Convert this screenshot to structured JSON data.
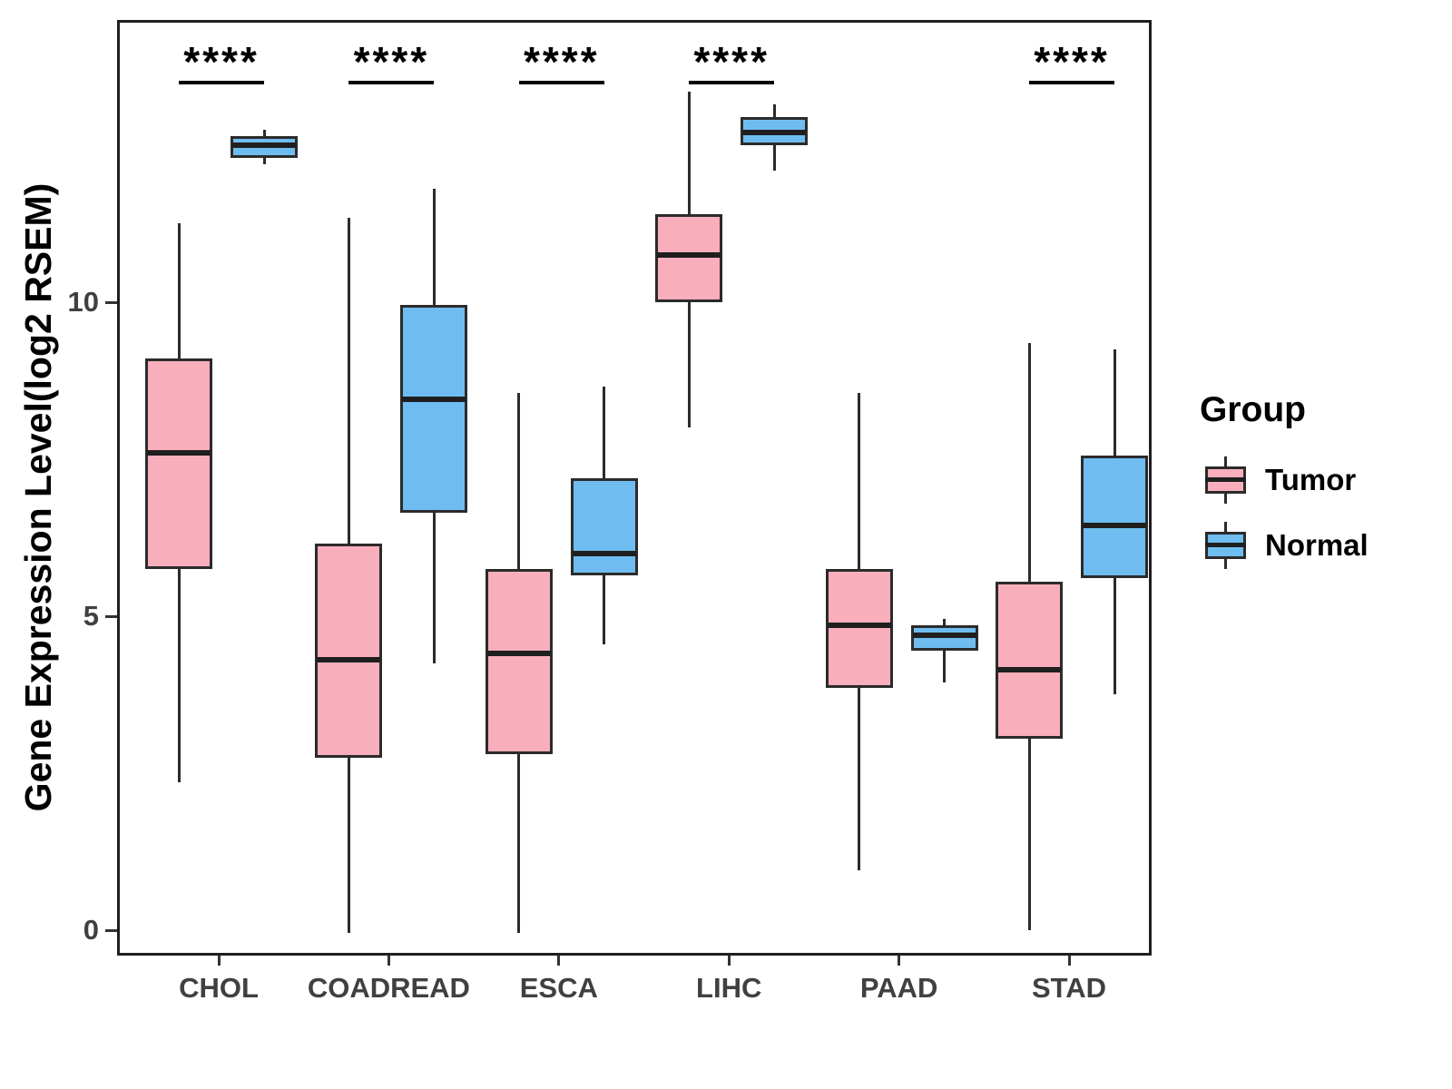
{
  "figure": {
    "y_axis_title": "Gene Expression Level(log2 RSEM)",
    "colors": {
      "tumor_fill": "#F9AEBC",
      "normal_fill": "#6FBDF0",
      "box_border": "#2B2B2B",
      "median_line": "#1F1F1F",
      "axis_text": "#404040"
    },
    "legend": {
      "title": "Group",
      "items": [
        {
          "label": "Tumor",
          "color": "#F9AEBC"
        },
        {
          "label": "Normal",
          "color": "#6FBDF0"
        }
      ]
    }
  },
  "chart_data": {
    "type": "boxplot",
    "title": "",
    "xlabel": "",
    "ylabel": "Gene Expression Level(log2 RSEM)",
    "categories": [
      "CHOL",
      "COADREAD",
      "ESCA",
      "LIHC",
      "PAAD",
      "STAD"
    ],
    "y_ticks": [
      0,
      5,
      10
    ],
    "ylim": [
      -0.4,
      14.5
    ],
    "grid": false,
    "legend_position": "right",
    "significance": {
      "label": "****",
      "groups": [
        "CHOL",
        "COADREAD",
        "ESCA",
        "LIHC",
        "STAD"
      ]
    },
    "series": [
      {
        "name": "Tumor",
        "fill": "#F9AEBC",
        "boxes": [
          {
            "category": "CHOL",
            "min": 2.4,
            "q1": 5.8,
            "median": 7.65,
            "q3": 9.15,
            "max": 11.3
          },
          {
            "category": "COADREAD",
            "min": 0.0,
            "q1": 2.8,
            "median": 4.35,
            "q3": 6.2,
            "max": 11.4
          },
          {
            "category": "ESCA",
            "min": 0.0,
            "q1": 2.85,
            "median": 4.45,
            "q3": 5.8,
            "max": 8.6
          },
          {
            "category": "LIHC",
            "min": 8.05,
            "q1": 10.05,
            "median": 10.8,
            "q3": 11.45,
            "max": 13.4
          },
          {
            "category": "PAAD",
            "min": 1.0,
            "q1": 3.9,
            "median": 4.9,
            "q3": 5.8,
            "max": 8.6
          },
          {
            "category": "STAD",
            "min": 0.05,
            "q1": 3.1,
            "median": 4.2,
            "q3": 5.6,
            "max": 9.4
          }
        ]
      },
      {
        "name": "Normal",
        "fill": "#6FBDF0",
        "boxes": [
          {
            "category": "CHOL",
            "min": 12.25,
            "q1": 12.35,
            "median": 12.55,
            "q3": 12.7,
            "max": 12.8
          },
          {
            "category": "COADREAD",
            "min": 4.3,
            "q1": 6.7,
            "median": 8.5,
            "q3": 10.0,
            "max": 11.85
          },
          {
            "category": "ESCA",
            "min": 4.6,
            "q1": 5.7,
            "median": 6.05,
            "q3": 7.25,
            "max": 8.7
          },
          {
            "category": "LIHC",
            "min": 12.15,
            "q1": 12.55,
            "median": 12.75,
            "q3": 13.0,
            "max": 13.2
          },
          {
            "category": "PAAD",
            "min": 4.0,
            "q1": 4.5,
            "median": 4.75,
            "q3": 4.9,
            "max": 5.0
          },
          {
            "category": "STAD",
            "min": 3.8,
            "q1": 5.65,
            "median": 6.5,
            "q3": 7.6,
            "max": 9.3
          }
        ]
      }
    ]
  }
}
